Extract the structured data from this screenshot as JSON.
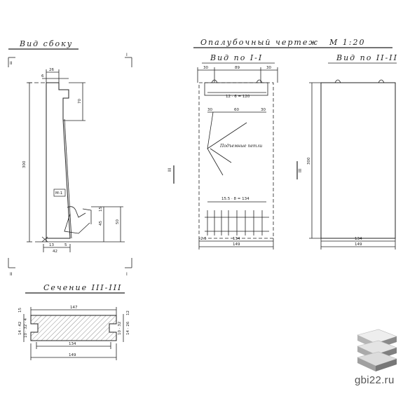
{
  "titles": {
    "side_view": "Вид сбоку",
    "formwork": "Опалубочный чертеж",
    "scale": "М 1:20",
    "view_1": "Вид по I-I",
    "view_2": "Вид по II-II",
    "section_3": "Сечение III-III"
  },
  "section_marks": {
    "one": "I",
    "two": "II",
    "three": "III"
  },
  "side_view": {
    "dims": {
      "top": "26",
      "top_small": "6",
      "height": "300",
      "upper_right": "70",
      "lower_right": "50",
      "lower_mid": "45",
      "bottom": "42",
      "bottom_small": "13",
      "mark": "М-1",
      "bottom_b": "5",
      "small_15": "15"
    }
  },
  "view_1": {
    "dims": {
      "top_left": "30",
      "top_mid": "89",
      "top_right": "30",
      "inner_top": "12 · 6 = 120",
      "loops_left": "30",
      "loops_mid": "60",
      "loops_right": "30",
      "rebar": "15.5 · 8 = 134",
      "bottom_inner": "134",
      "bottom_total": "149",
      "bottom_side": "2.5"
    },
    "note": "Подъемные петли"
  },
  "view_2": {
    "dims": {
      "height": "300",
      "bottom_inner": "134",
      "bottom_total": "149"
    }
  },
  "section": {
    "dims": {
      "top": "147",
      "bottom_inner": "134",
      "bottom_total": "149",
      "left_a": "14 · 42",
      "left_b": "10 · 32 · 4",
      "left_c": "15",
      "right_a": "10 · 32",
      "right_b": "14 · 26",
      "right_c": "12"
    }
  },
  "watermark": {
    "site": "gbi22.ru"
  }
}
